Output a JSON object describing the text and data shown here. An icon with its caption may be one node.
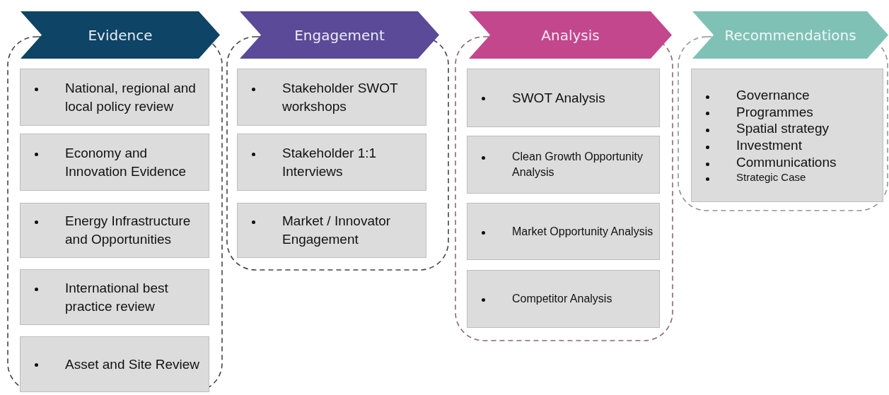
{
  "diagram": {
    "nodes": [
      {
        "text": [
          "Evidence"
        ]
      },
      {
        "text": [
          "National, regional and local policy review"
        ],
        "in": 0
      },
      {
        "text": [
          "Economy and Innovation Evidence"
        ],
        "in": 0
      },
      {
        "text": [
          "Energy Infrastructure and Opportunities"
        ],
        "in": 0
      },
      {
        "text": [
          "International best practice review"
        ],
        "in": 0
      },
      {
        "text": [
          "Asset and Site Review"
        ],
        "in": 0
      },
      {
        "text": [
          "Engagement"
        ]
      },
      {
        "text": [
          "Stakeholder SWOT workshops"
        ],
        "in": 6
      },
      {
        "text": [
          "Stakeholder 1:1 Interviews"
        ],
        "in": 6
      },
      {
        "text": [
          "Market / Innovator Engagement"
        ],
        "in": 6
      },
      {
        "text": [
          "Analysis"
        ]
      },
      {
        "text": [
          "SWOT Analysis"
        ],
        "in": 10
      },
      {
        "text": [
          "Clean Growth Opportunity Analysis"
        ],
        "in": 10
      },
      {
        "text": [
          "Market Opportunity Analysis"
        ],
        "in": 10
      },
      {
        "text": [
          "Competitor Analysis"
        ],
        "in": 10
      },
      {
        "text": [
          "Recommendations"
        ]
      },
      {
        "text": [
          "Governance",
          "Programmes",
          "Spatial strategy",
          "Investment",
          "Communications",
          "Strategic Case"
        ],
        "in": 15
      }
    ]
  }
}
